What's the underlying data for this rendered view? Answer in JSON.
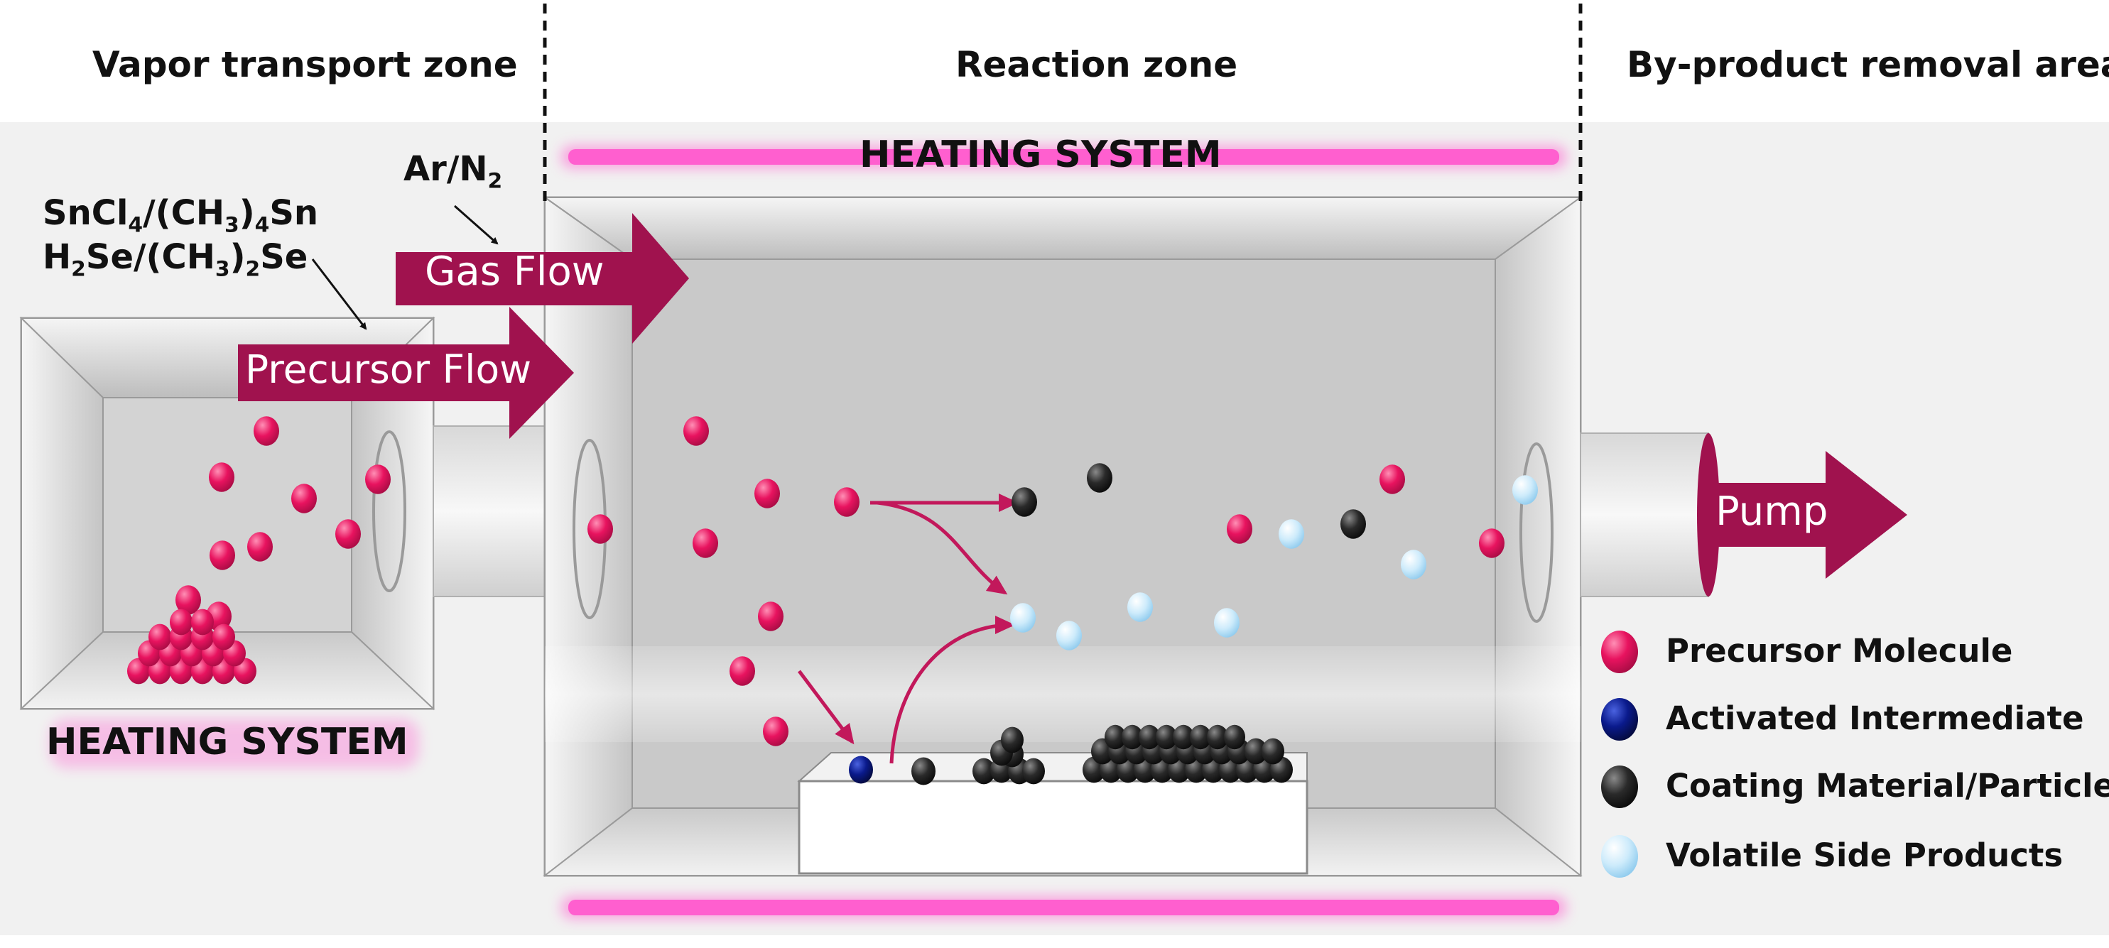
{
  "zones": {
    "vapor": "Vapor transport zone",
    "reaction": "Reaction zone",
    "byproduct": "By-product removal area"
  },
  "heating": {
    "top": "HEATING SYSTEM",
    "left": "HEATING SYSTEM"
  },
  "chemicals": {
    "line1": {
      "a": "SnCl",
      "b": "4",
      "c": "/(CH",
      "d": "3",
      "e": ")",
      "f": "4",
      "g": "Sn"
    },
    "line2": {
      "a": "H",
      "b": "2",
      "c": "Se/(CH",
      "d": "3",
      "e": ")",
      "f": "2",
      "g": "Se"
    },
    "gas": {
      "a": "Ar/N",
      "b": "2"
    }
  },
  "arrows": {
    "gas_flow": "Gas Flow",
    "precursor_flow": "Precursor Flow",
    "pump": "Pump"
  },
  "legend": [
    {
      "label": "Precursor Molecule",
      "icon": "precursor-molecule-icon"
    },
    {
      "label": "Activated Intermediate",
      "icon": "activated-intermediate-icon"
    },
    {
      "label": "Coating Material/Particles",
      "icon": "coating-particle-icon"
    },
    {
      "label": "Volatile Side Products",
      "icon": "volatile-product-icon"
    }
  ],
  "colors": {
    "precursor": "#e8135f",
    "intermediate": "#0a1a8c",
    "coating": "#1e1e1e",
    "volatile": "#bfe6fa",
    "arrow": "#a0124e",
    "heater": "#ff5fcf"
  }
}
